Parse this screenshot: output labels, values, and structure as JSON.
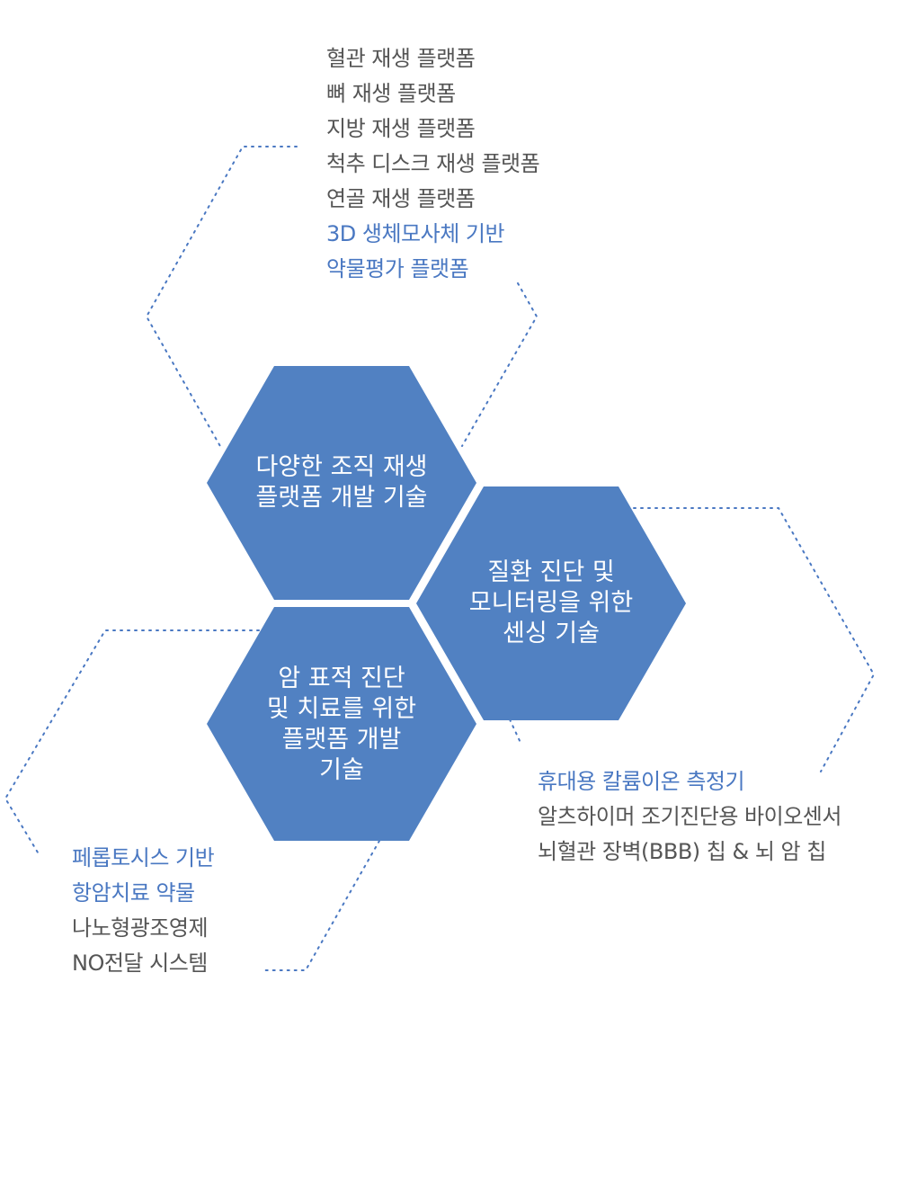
{
  "colors": {
    "hexagon": "#5181c2",
    "highlight": "#4a78c2",
    "text": "#555555",
    "dots": "#4a78c2"
  },
  "hexagons": {
    "tissue": {
      "lines": [
        "다양한 조직 재생",
        "플랫폼 개발 기술"
      ]
    },
    "sensing": {
      "lines": [
        "질환 진단 및",
        "모니터링을 위한",
        "센싱 기술"
      ]
    },
    "cancer": {
      "lines": [
        "암 표적 진단",
        "및 치료를 위한",
        "플랫폼 개발",
        "기술"
      ]
    }
  },
  "lists": {
    "tissue": [
      "혈관 재생 플랫폼",
      "뼈 재생 플랫폼",
      "지방 재생 플랫폼",
      "척추 디스크 재생 플랫폼",
      "연골 재생 플랫폼",
      "3D 생체모사체 기반",
      "약물평가 플랫폼"
    ],
    "sensing": [
      "휴대용 칼륨이온 측정기",
      "알츠하이머 조기진단용 바이오센서",
      "뇌혈관 장벽(BBB) 칩 & 뇌 암 칩"
    ],
    "cancer": [
      "페롭토시스 기반",
      "항암치료 약물",
      "나노형광조영제",
      "NO전달 시스템"
    ]
  }
}
